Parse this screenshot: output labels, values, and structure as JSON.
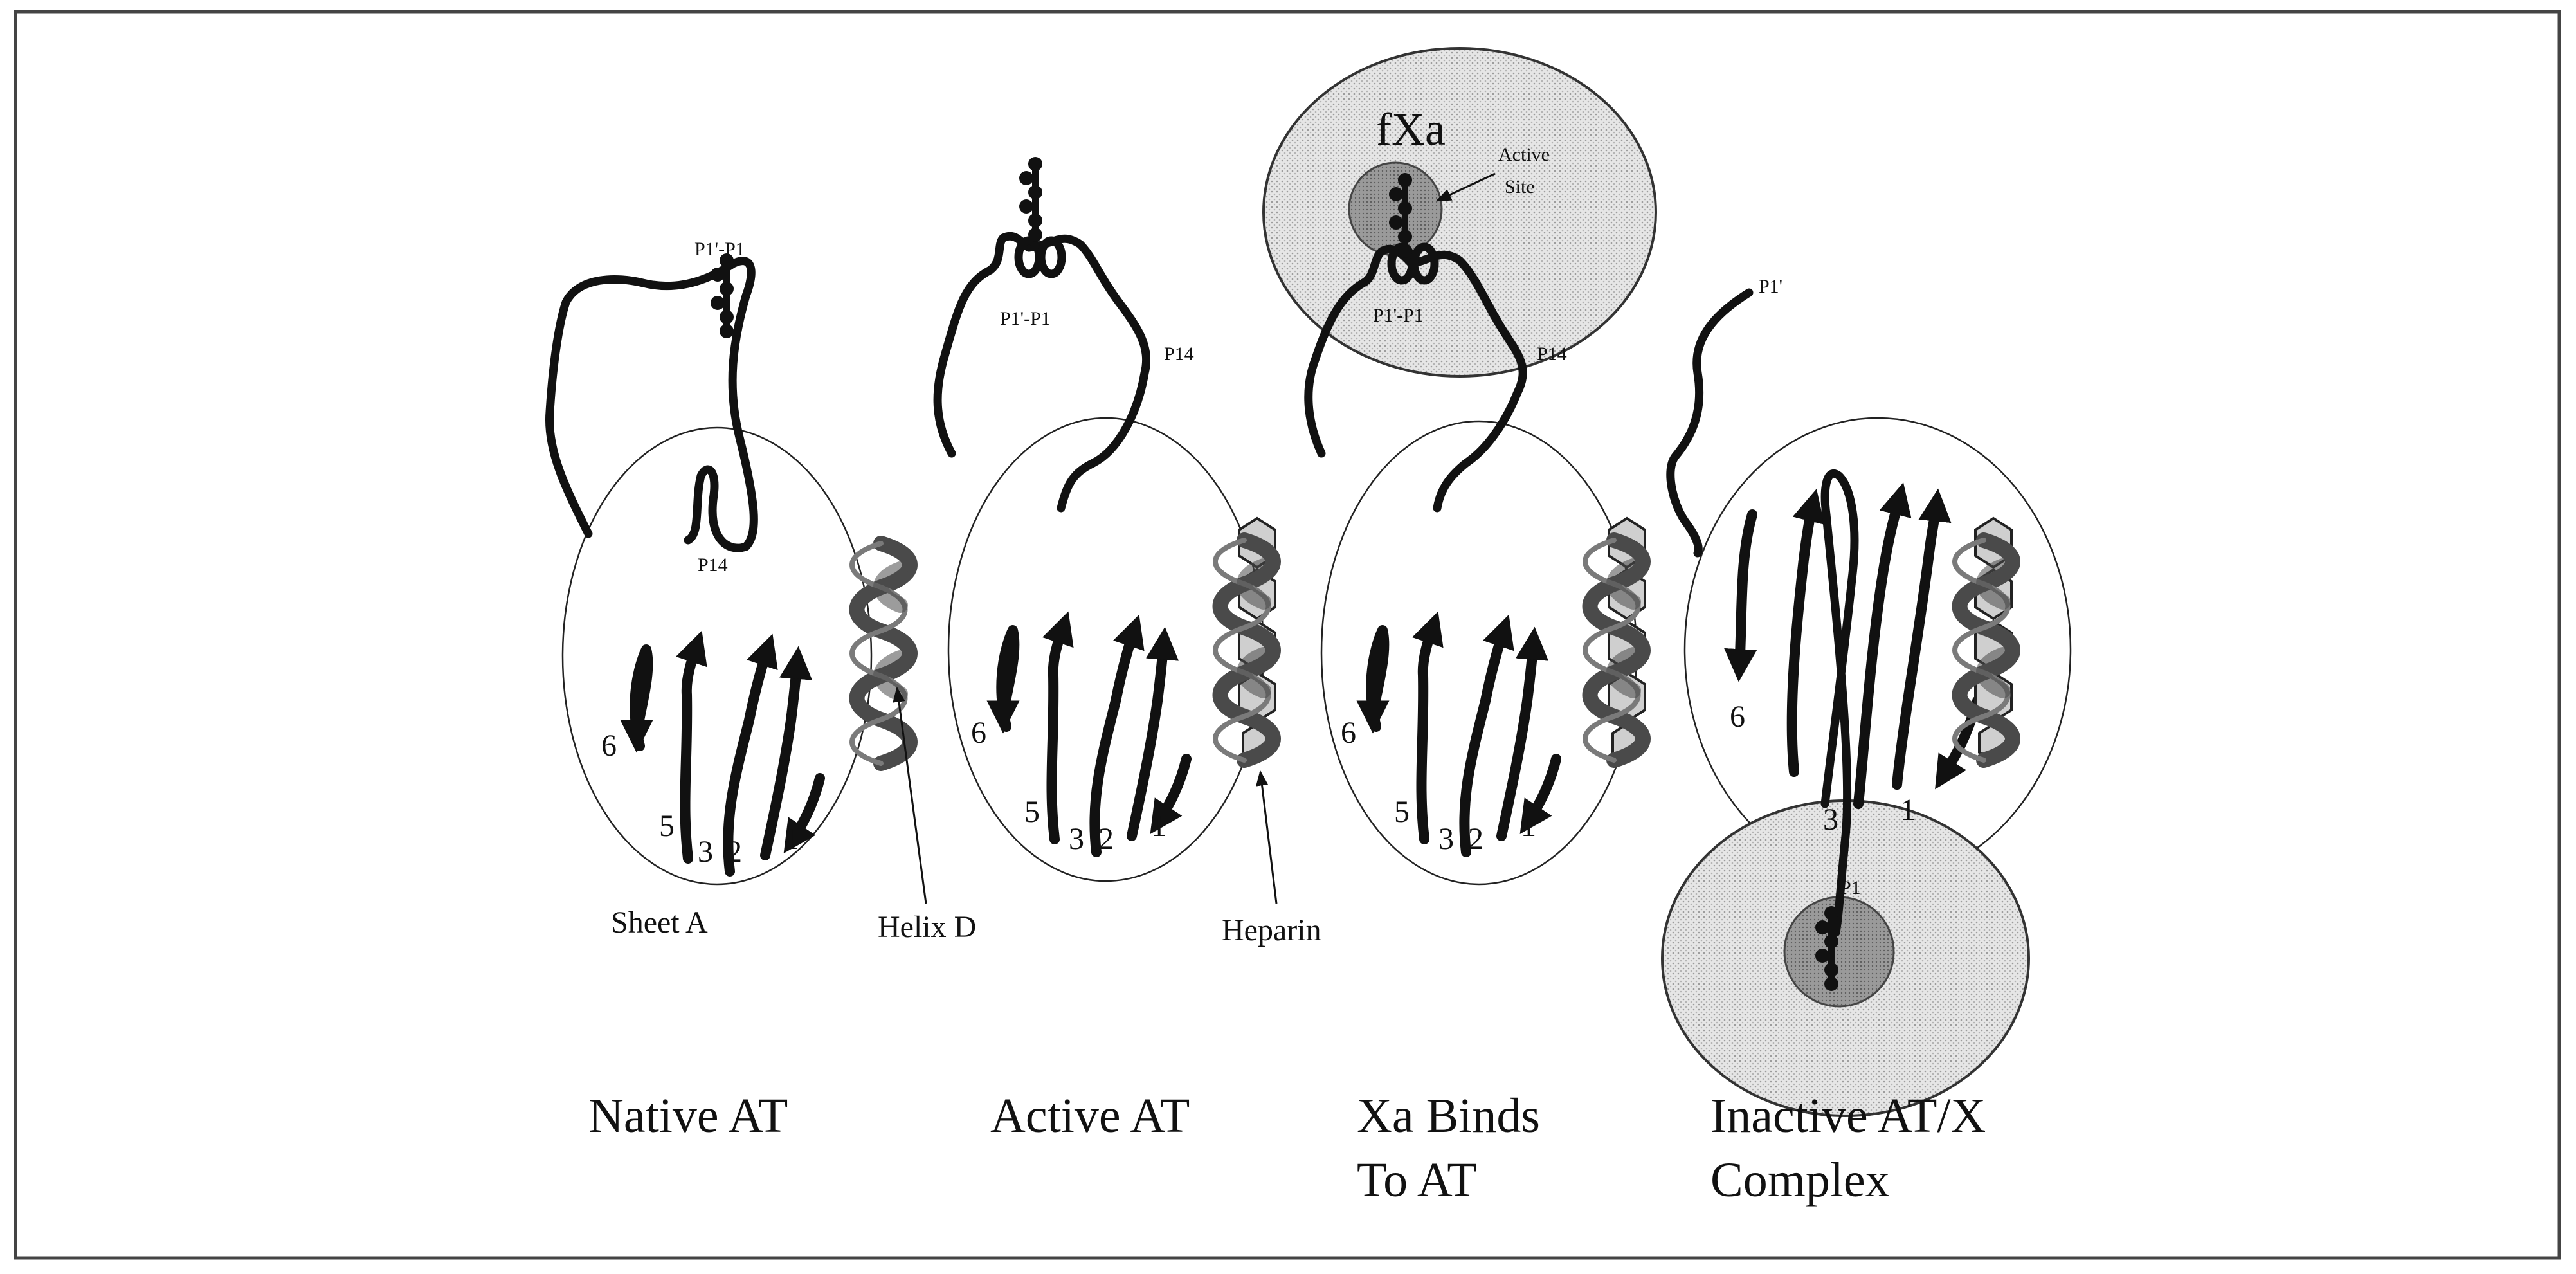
{
  "panels": [
    {
      "id": "native",
      "caption_line1": "Native AT",
      "caption_line2": ""
    },
    {
      "id": "active",
      "caption_line1": "Active AT",
      "caption_line2": ""
    },
    {
      "id": "xa-binds",
      "caption_line1": "Xa Binds",
      "caption_line2": "To AT"
    },
    {
      "id": "inactive",
      "caption_line1": "Inactive AT/X",
      "caption_line2": "Complex"
    }
  ],
  "labels": {
    "p1p1": "P1'-P1",
    "p14": "P14",
    "p1prime": "P1'",
    "p1": "P1",
    "sheet_a": "Sheet A",
    "helix_d": "Helix D",
    "heparin": "Heparin",
    "fxa": "fXa",
    "active_site_line1": "Active",
    "active_site_line2": "Site"
  },
  "strand_numbers": [
    "6",
    "5",
    "3",
    "2",
    "1"
  ],
  "colors": {
    "ink": "#111111",
    "protease_fill": "#e3e3e3",
    "active_site_fill": "#9a9a9a",
    "helix": "#4a4a4a",
    "heparin_fill": "#c9c9c9"
  }
}
